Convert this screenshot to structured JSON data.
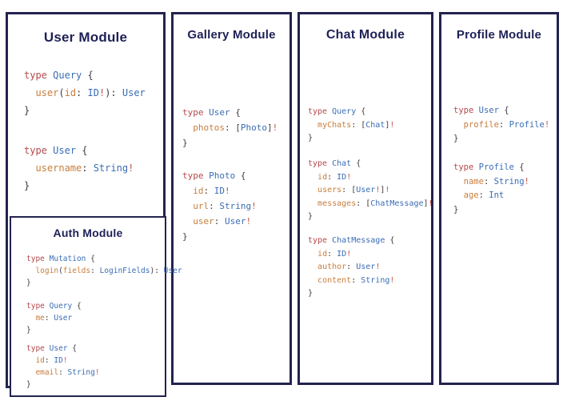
{
  "diagram": {
    "colors": {
      "border": "#232350",
      "title": "#1e2156",
      "keyword": "#b5494d",
      "typename": "#3a6db5",
      "field": "#c87e3c",
      "punct": "#3d3d3d",
      "bang": "#c4534d"
    },
    "panels": [
      {
        "title": "User Module",
        "blocks": [
          [
            "type Query {",
            "  user(id: ID!): User",
            "}"
          ],
          [
            "type User {",
            "  username: String!",
            "}"
          ]
        ],
        "nested": {
          "title": "Auth Module",
          "blocks": [
            [
              "type Mutation {",
              "  login(fields: LoginFields): User",
              "}"
            ],
            [
              "type Query {",
              "  me: User",
              "}"
            ],
            [
              "type User {",
              "  id: ID!",
              "  email: String!",
              "}"
            ]
          ]
        }
      },
      {
        "title": "Gallery Module",
        "blocks": [
          [
            "type User {",
            "  photos: [Photo]!",
            "}"
          ],
          [
            "type Photo {",
            "  id: ID!",
            "  url: String!",
            "  user: User!",
            "}"
          ]
        ]
      },
      {
        "title": "Chat Module",
        "blocks": [
          [
            "type Query {",
            "  myChats: [Chat]!",
            "}"
          ],
          [
            "type Chat {",
            "  id: ID!",
            "  users: [User!]!",
            "  messages: [ChatMessage]!",
            "}"
          ],
          [
            "type ChatMessage {",
            "  id: ID!",
            "  author: User!",
            "  content: String!",
            "}"
          ]
        ]
      },
      {
        "title": "Profile Module",
        "blocks": [
          [
            "type User {",
            "  profile: Profile!",
            "}"
          ],
          [
            "type Profile {",
            "  name: String!",
            "  age: Int",
            "}"
          ]
        ]
      }
    ]
  }
}
